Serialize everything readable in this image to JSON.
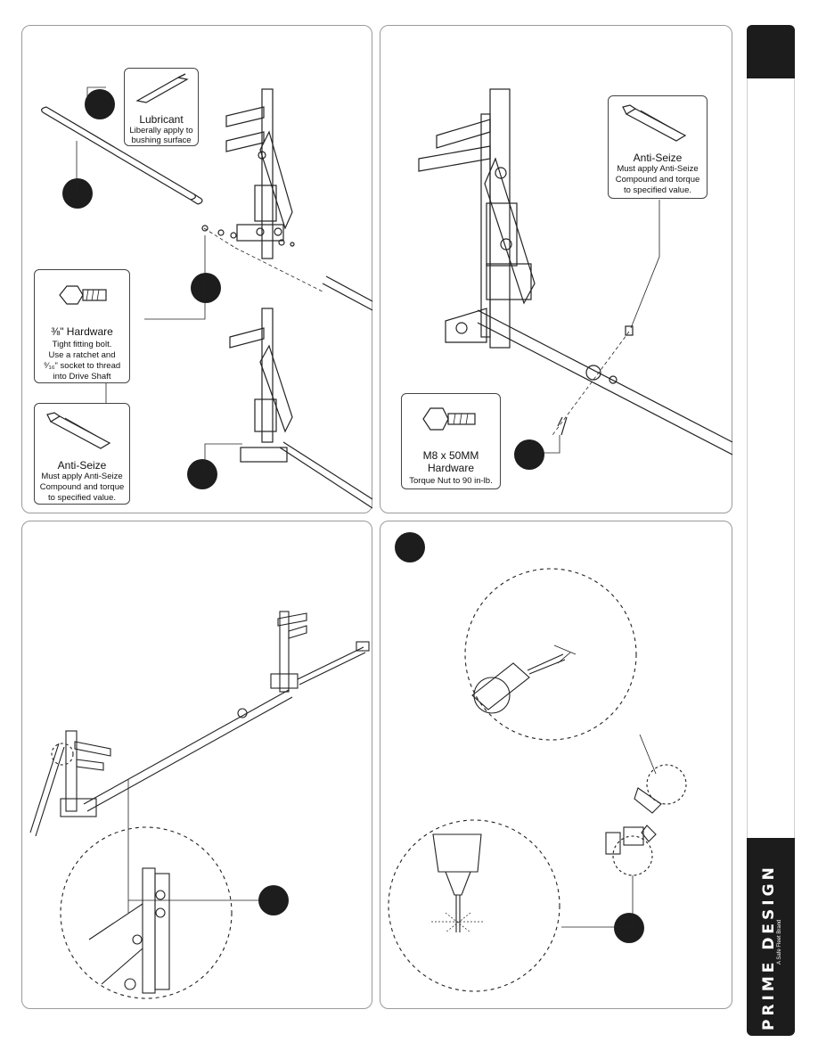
{
  "callouts": {
    "lubricant": {
      "title": "Lubricant",
      "lines": [
        "Liberally apply to",
        "bushing surface"
      ]
    },
    "hardware_38": {
      "title": "⅜\" Hardware",
      "lines": [
        "Tight fitting bolt.",
        "Use a ratchet and",
        "⁹⁄₁₆\" socket to thread",
        "into Drive Shaft"
      ]
    },
    "antiseize_left": {
      "title": "Anti-Seize",
      "lines": [
        "Must apply Anti-Seize",
        "Compound and torque",
        "to specified value."
      ]
    },
    "antiseize_right": {
      "title": "Anti-Seize",
      "lines": [
        "Must apply Anti-Seize",
        "Compound and torque",
        "to specified value."
      ]
    },
    "m8": {
      "title": "M8 x 50MM",
      "title2": "Hardware",
      "lines": [
        "Torque Nut to 90 in-lb."
      ]
    }
  },
  "brand": {
    "name": "PRIME DESIGN",
    "tagline": "A Safe Fleet Brand"
  },
  "icons": [
    "bolt-icon",
    "antiseize-tube-icon",
    "lubricant-tube-icon",
    "drill-icon"
  ]
}
